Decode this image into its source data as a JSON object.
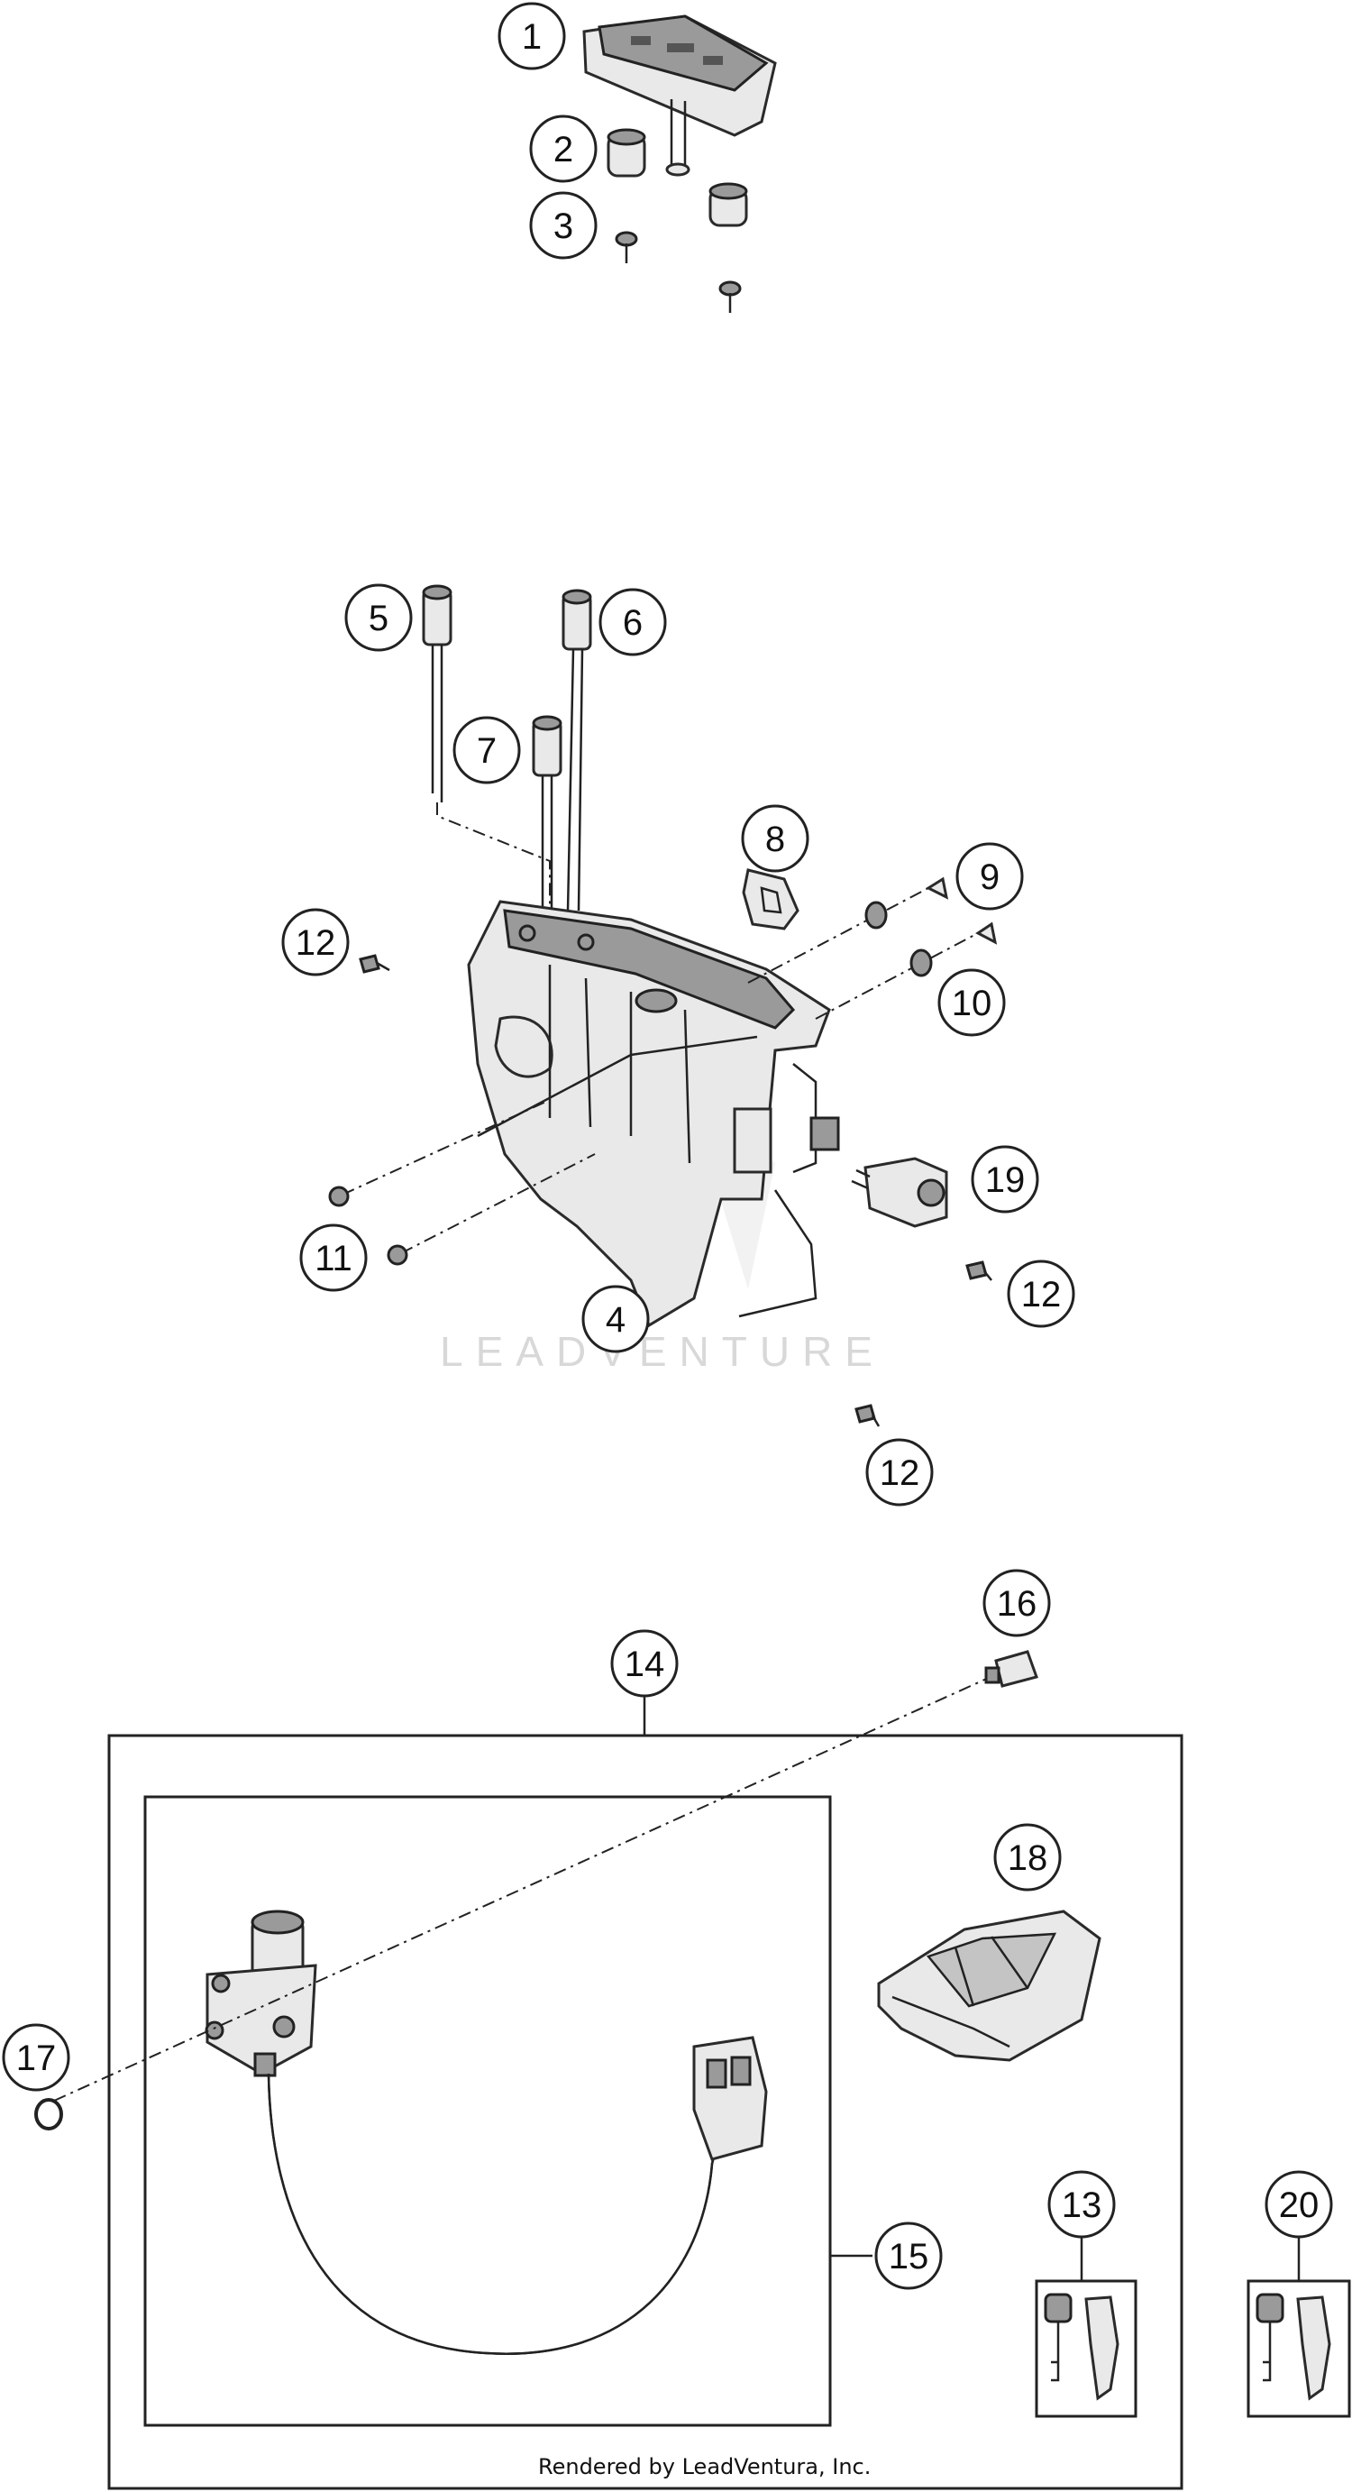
{
  "callouts": [
    {
      "label": "1"
    },
    {
      "label": "2"
    },
    {
      "label": "3"
    },
    {
      "label": "5"
    },
    {
      "label": "6"
    },
    {
      "label": "7"
    },
    {
      "label": "8"
    },
    {
      "label": "9"
    },
    {
      "label": "12"
    },
    {
      "label": "10"
    },
    {
      "label": "19"
    },
    {
      "label": "11"
    },
    {
      "label": "12"
    },
    {
      "label": "4"
    },
    {
      "label": "12"
    },
    {
      "label": "16"
    },
    {
      "label": "14"
    },
    {
      "label": "18"
    },
    {
      "label": "17"
    },
    {
      "label": "13"
    },
    {
      "label": "20"
    },
    {
      "label": "15"
    }
  ],
  "watermark": "LEADVENTURE",
  "footer": "Rendered by LeadVentura, Inc."
}
